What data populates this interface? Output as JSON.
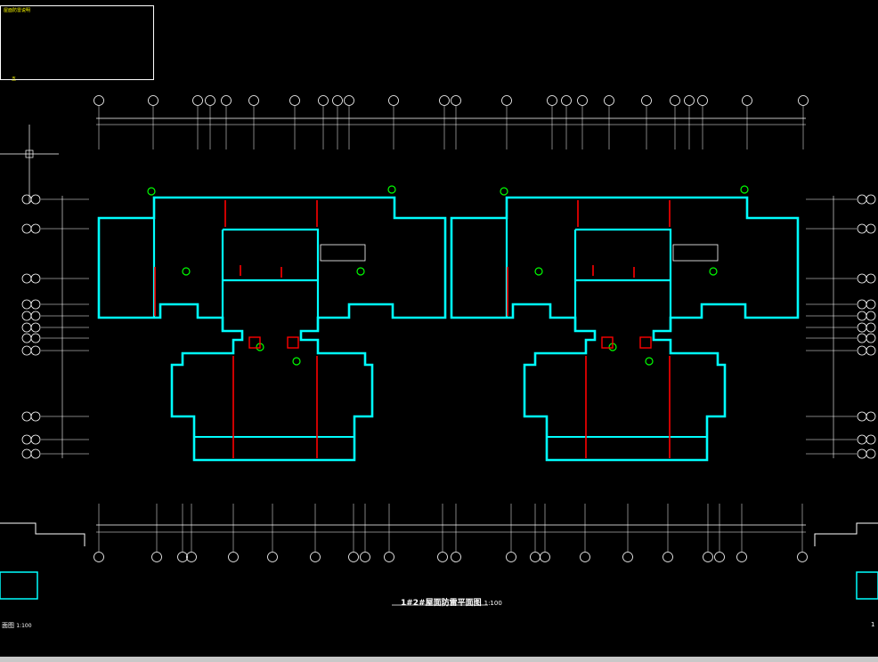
{
  "drawing": {
    "title": "1#2#屋面防雷平面图",
    "title_scale": "1:100",
    "left_partial_label": "面图",
    "left_partial_scale": "1:100",
    "right_partial_label": "1"
  },
  "notes_block": {
    "lines": [
      "屋面防雷说明",
      "",
      "",
      "",
      "",
      "",
      "",
      "",
      "",
      "",
      "",
      "",
      "",
      "五"
    ]
  },
  "colors": {
    "background": "#000000",
    "wall": "#00ffff",
    "grid_line": "#ffffff",
    "down_conductor": "#ff0000",
    "air_terminal": "#00ff00",
    "note_text": "#ffff00"
  }
}
